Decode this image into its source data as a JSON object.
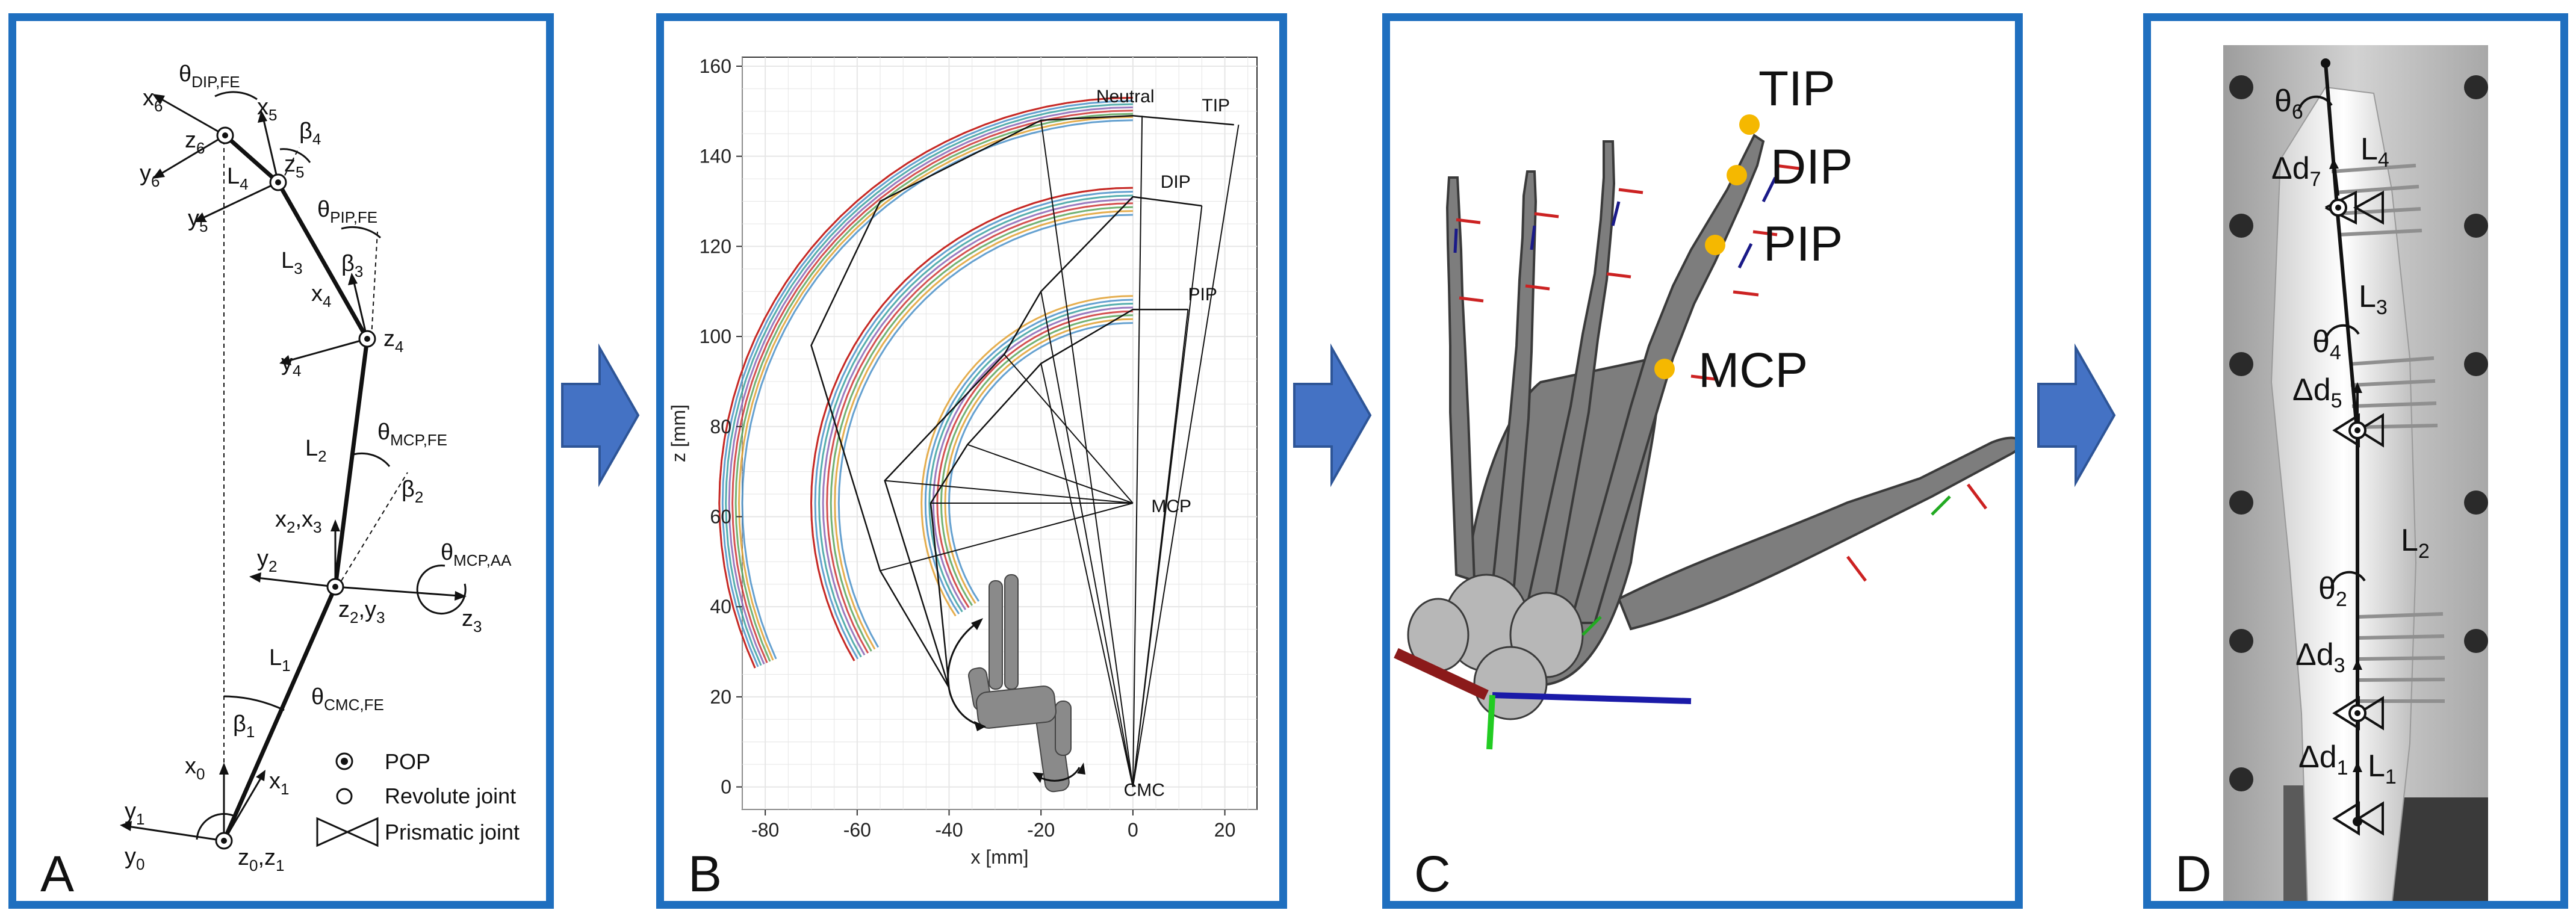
{
  "panels": {
    "a": {
      "letter": "A",
      "labels": {
        "x6": "x",
        "x6s": "6",
        "z6": "z",
        "z6s": "6",
        "y6": "y",
        "y6s": "6",
        "x5": "x",
        "x5s": "5",
        "z5": "z",
        "z5s": "5",
        "y5": "y",
        "y5s": "5",
        "theta_dip": "θ",
        "theta_dip_s": "DIP,FE",
        "beta4": "β",
        "beta4s": "4",
        "L4": "L",
        "L4s": "4",
        "theta_pip": "θ",
        "theta_pip_s": "PIP,FE",
        "L3": "L",
        "L3s": "3",
        "beta3": "β",
        "beta3s": "3",
        "x4": "x",
        "x4s": "4",
        "y4": "y",
        "y4s": "4",
        "z4": "z",
        "z4s": "4",
        "theta_mcp": "θ",
        "theta_mcp_s": "MCP,FE",
        "L2": "L",
        "L2s": "2",
        "beta2": "β",
        "beta2s": "2",
        "x23": "x",
        "x23s": "2",
        "x23sep": ",x",
        "x23s2": "3",
        "theta_mcpaa": "θ",
        "theta_mcpaa_s": "MCP,AA",
        "y2": "y",
        "y2s": "2",
        "z2y3": "z",
        "z2y3s": "2",
        "z2y3sep": ",y",
        "z2y3s2": "3",
        "z3": "z",
        "z3s": "3",
        "L1": "L",
        "L1s": "1",
        "theta_cmc": "θ",
        "theta_cmc_s": "CMC,FE",
        "beta1": "β",
        "beta1s": "1",
        "x0": "x",
        "x0s": "0",
        "x1": "x",
        "x1s": "1",
        "y1": "y",
        "y1s": "1",
        "y0": "y",
        "y0s": "0",
        "z0z1": "z",
        "z0z1s": "0",
        "z0z1sep": ",z",
        "z0z1s2": "1"
      },
      "legend": {
        "pop": "POP",
        "revolute": "Revolute joint",
        "prismatic": "Prismatic joint"
      }
    },
    "b": {
      "letter": "B",
      "point_labels": {
        "tip": "TIP",
        "neutral": "Neutral",
        "dip": "DIP",
        "pip": "PIP",
        "mcp": "MCP",
        "cmc": "CMC"
      }
    },
    "c": {
      "letter": "C",
      "labels": {
        "tip": "TIP",
        "dip": "DIP",
        "pip": "PIP",
        "mcp": "MCP"
      }
    },
    "d": {
      "letter": "D",
      "labels": {
        "theta6": "θ",
        "theta6s": "6",
        "L4": "L",
        "L4s": "4",
        "dd7": "Δd",
        "dd7s": "7",
        "L3": "L",
        "L3s": "3",
        "theta4": "θ",
        "theta4s": "4",
        "dd5": "Δd",
        "dd5s": "5",
        "L2": "L",
        "L2s": "2",
        "theta2": "θ",
        "theta2s": "2",
        "dd3": "Δd",
        "dd3s": "3",
        "dd1": "Δd",
        "dd1s": "1",
        "L1": "L",
        "L1s": "1"
      }
    }
  },
  "colors": {
    "panel_border": "#1f6fbf",
    "arrow": "#4472c4",
    "joint_marker": "#f5b800"
  },
  "chart_data": {
    "type": "line",
    "title": "",
    "xlabel": "x [mm]",
    "ylabel": "z [mm]",
    "xlim": [
      -85,
      27
    ],
    "ylim": [
      -5,
      162
    ],
    "xticks": [
      -80,
      -60,
      -40,
      -20,
      0,
      20
    ],
    "yticks": [
      0,
      20,
      40,
      60,
      80,
      100,
      120,
      140,
      160
    ],
    "grid": true,
    "point_labels": [
      "TIP",
      "Neutral",
      "DIP",
      "PIP",
      "MCP",
      "CMC"
    ],
    "series": [
      {
        "values": [
          [
            -40,
            22
          ],
          [
            -55,
            48
          ],
          [
            -70,
            98
          ],
          [
            -55,
            130
          ],
          [
            -20,
            148
          ],
          [
            0,
            149
          ],
          [
            22,
            147
          ]
        ]
      },
      {
        "values": [
          [
            -40,
            22
          ],
          [
            -54,
            68
          ],
          [
            -28,
            96
          ],
          [
            -20,
            110
          ],
          [
            0,
            131
          ],
          [
            15,
            129
          ]
        ]
      },
      {
        "values": [
          [
            -40,
            22
          ],
          [
            -44,
            63
          ],
          [
            -36,
            76
          ],
          [
            -20,
            94
          ],
          [
            0,
            106
          ],
          [
            12,
            106
          ]
        ]
      }
    ]
  }
}
